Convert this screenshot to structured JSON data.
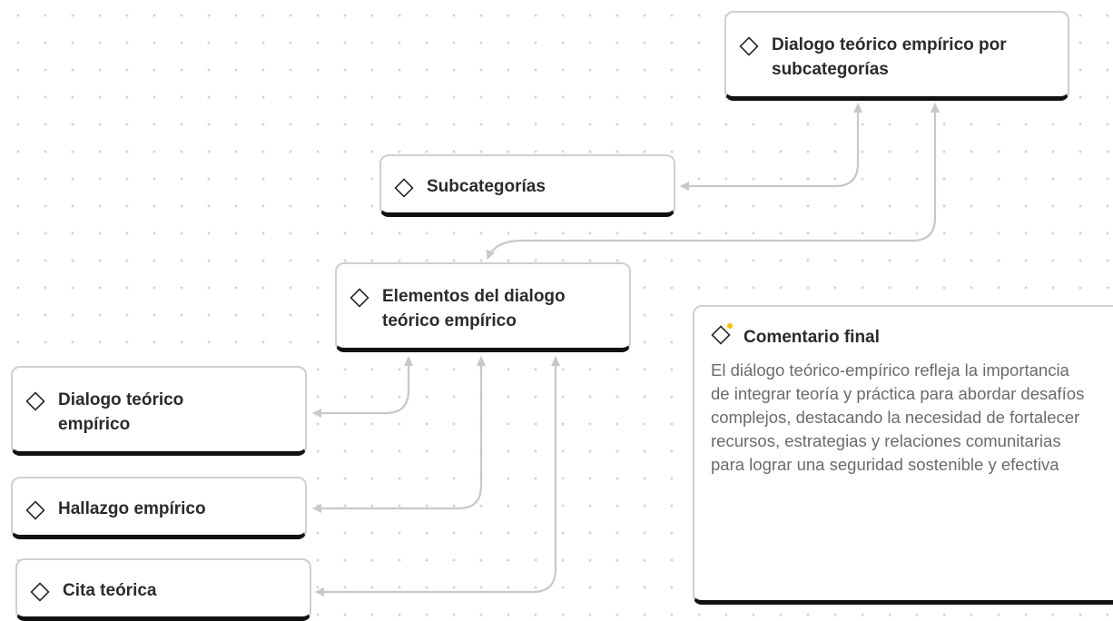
{
  "nodes": {
    "dialogo_subcategorias": {
      "title": "Dialogo teórico empírico por subcategorías"
    },
    "subcategorias": {
      "title": "Subcategorías"
    },
    "elementos": {
      "title": "Elementos del dialogo teórico empírico"
    },
    "dialogo_teorico": {
      "title": "Dialogo teórico empírico"
    },
    "hallazgo": {
      "title": "Hallazgo empírico"
    },
    "cita": {
      "title": "Cita teórica"
    }
  },
  "comment": {
    "title": "Comentario final",
    "body": "El diálogo teórico-empírico refleja la importancia de integrar teoría y práctica para abordar desafíos complejos, destacando la necesidad de fortalecer recursos, estrategias y relaciones comunitarias para lograr una seguridad sostenible y efectiva"
  },
  "icons": {
    "node": "diamond-icon",
    "comment": "diamond-icon-with-badge"
  },
  "colors": {
    "connector": "#c8c8c8",
    "node_border": "#cfcfcf",
    "node_bottom_bar": "#111111",
    "badge": "#f2c200"
  }
}
